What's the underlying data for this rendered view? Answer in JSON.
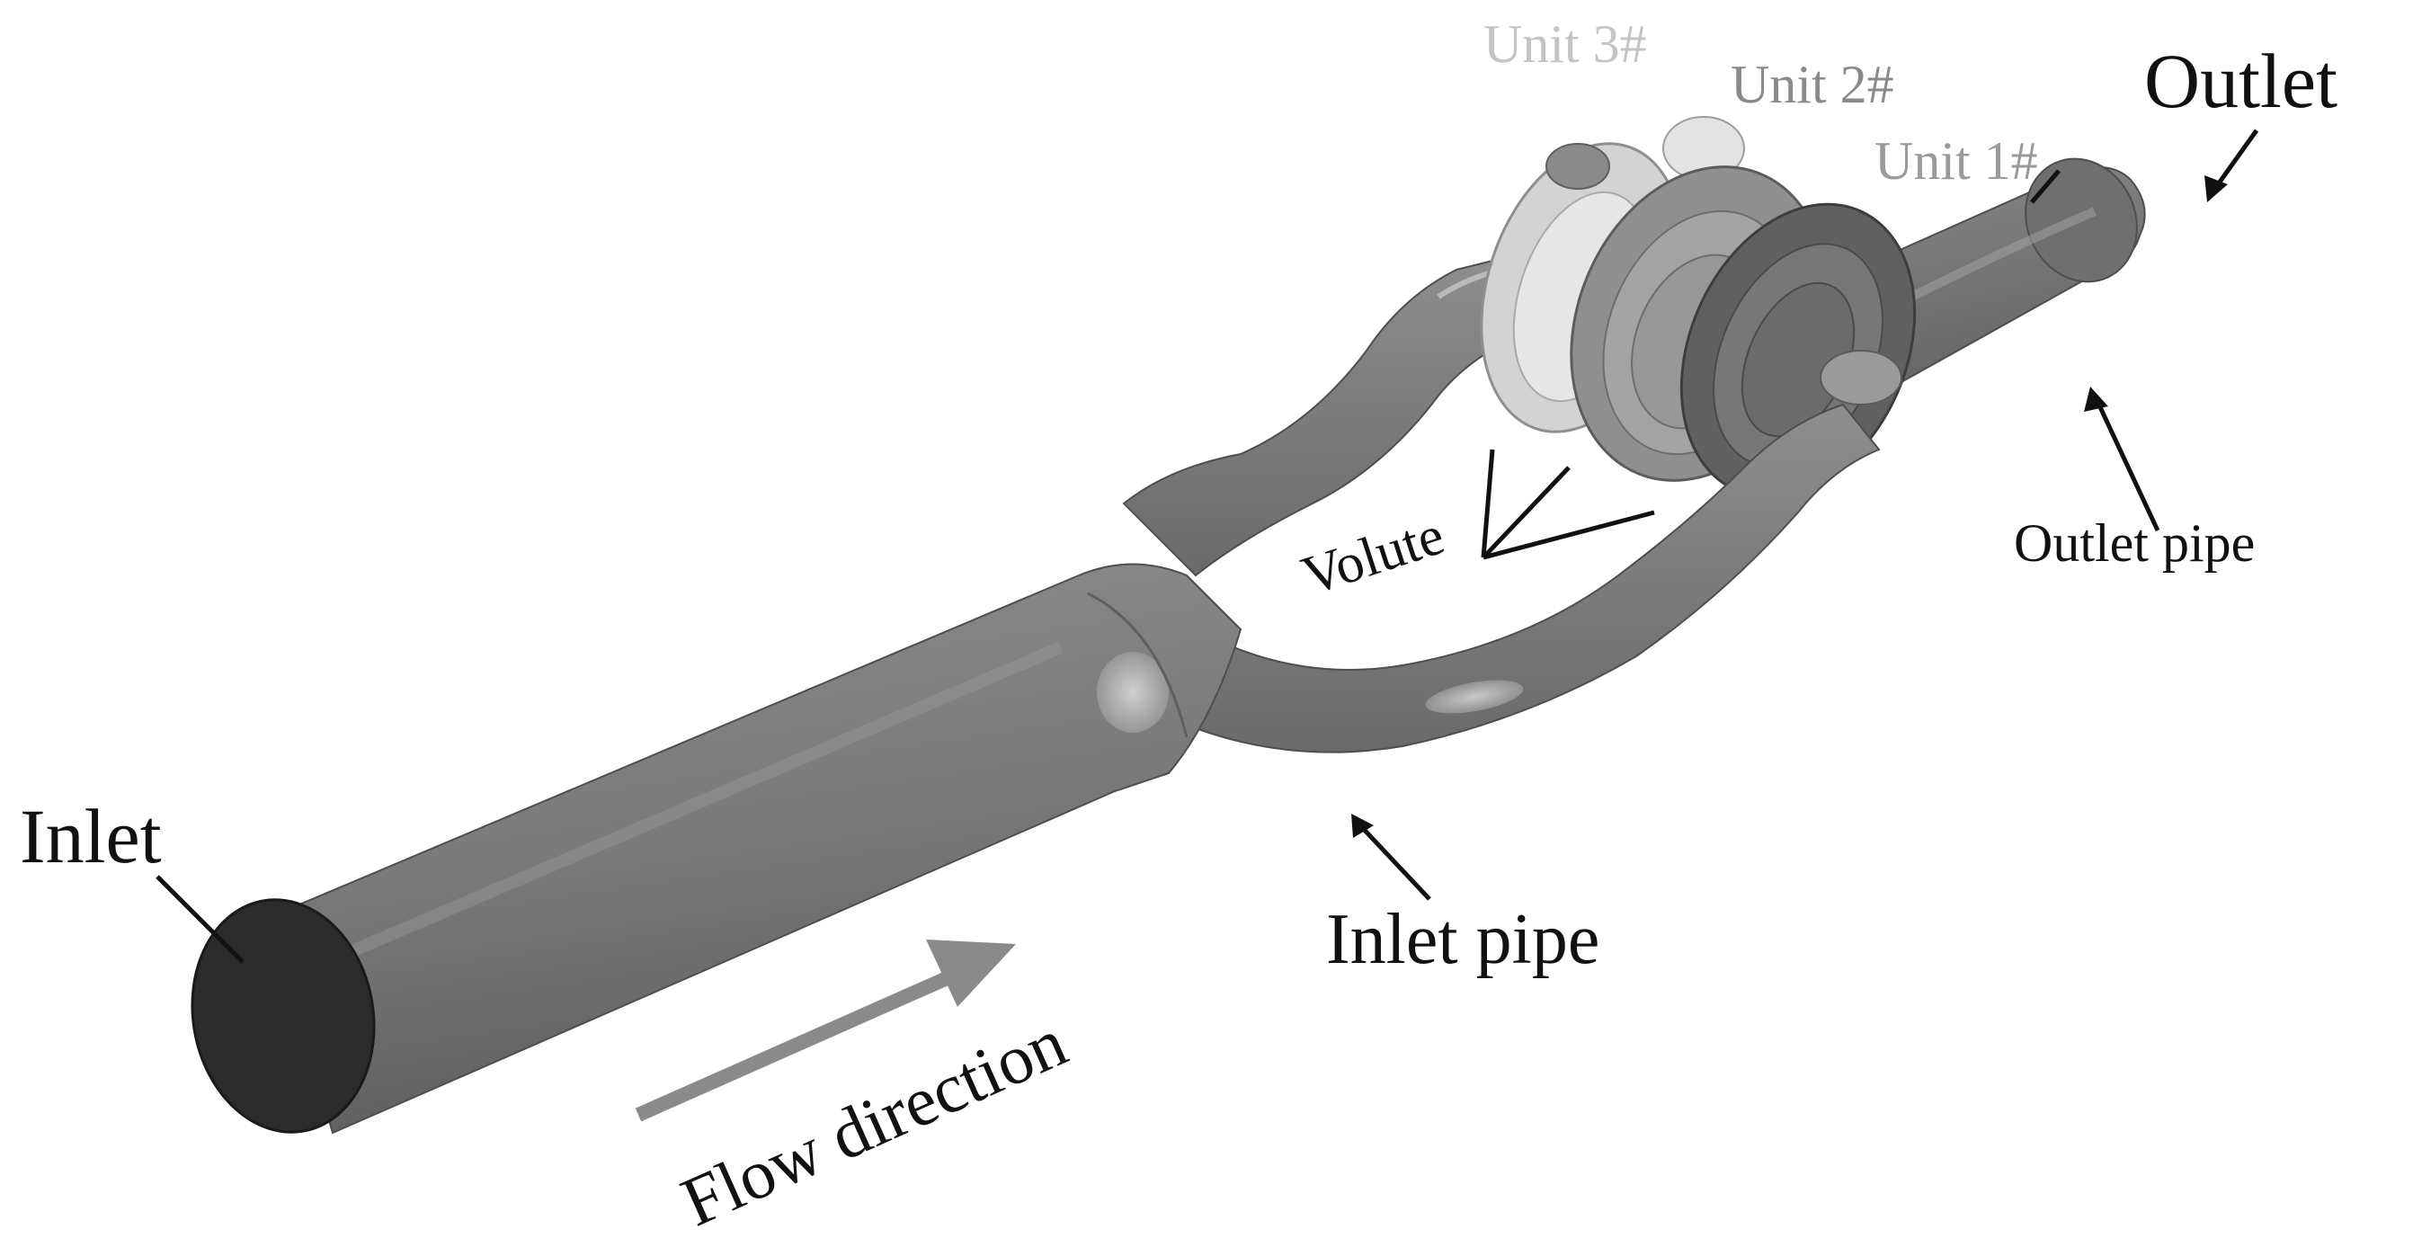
{
  "labels": {
    "inlet": "Inlet",
    "outlet": "Outlet",
    "inlet_pipe": "Inlet pipe",
    "outlet_pipe": "Outlet pipe",
    "volute": "Volute",
    "unit1": "Unit 1#",
    "unit2": "Unit 2#",
    "unit3": "Unit 3#",
    "flow_direction": "Flow direction"
  },
  "colors": {
    "pipe_body": "#7c7c7c",
    "pipe_shadow": "#5a5a5a",
    "pipe_highlight": "#b9b9b9",
    "inlet_face": "#2b2b2b",
    "unit1": "#5f5f5f",
    "unit2": "#8e8e8e",
    "unit3": "#cfcfcf",
    "label_dark": "#111111",
    "label_unit1": "#9a9a9a",
    "label_unit2": "#8a8a8a",
    "label_unit3": "#c4c4c4",
    "flow_arrow": "#8a8a8a"
  }
}
